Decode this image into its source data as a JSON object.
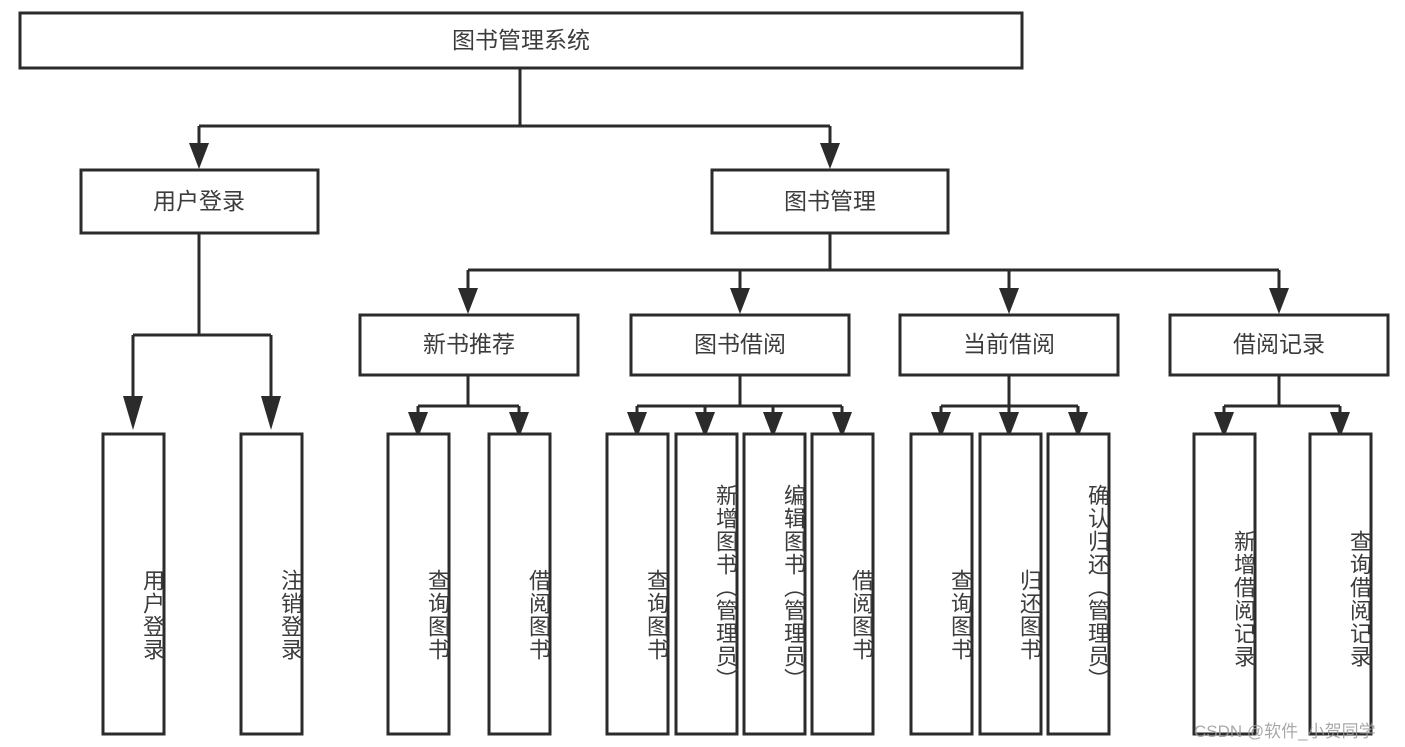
{
  "diagram": {
    "title": "图书管理系统",
    "watermark": "CSDN @软件_小贺同学",
    "colors": {
      "stroke": "#2b2b2b",
      "fill": "#ffffff",
      "text": "#3c3c3c",
      "watermark": "#9a9a9a"
    },
    "levels": {
      "root": {
        "label": "图书管理系统"
      },
      "level2": [
        {
          "label": "用户登录"
        },
        {
          "label": "图书管理"
        }
      ],
      "level3": [
        {
          "label": "新书推荐"
        },
        {
          "label": "图书借阅"
        },
        {
          "label": "当前借阅"
        },
        {
          "label": "借阅记录"
        }
      ],
      "leaves": {
        "user_login": [
          {
            "label": "用户登录"
          },
          {
            "label": "注销登录"
          }
        ],
        "new_book_recommend": [
          {
            "label": "查询图书"
          },
          {
            "label": "借阅图书"
          }
        ],
        "book_borrow": [
          {
            "label": "查询图书"
          },
          {
            "label": "新增图书（管理员）"
          },
          {
            "label": "编辑图书（管理员）"
          },
          {
            "label": "借阅图书"
          }
        ],
        "current_borrow": [
          {
            "label": "查询图书"
          },
          {
            "label": "归还图书"
          },
          {
            "label": "确认归还（管理员）"
          }
        ],
        "borrow_record": [
          {
            "label": "新增借阅记录"
          },
          {
            "label": "查询借阅记录"
          }
        ]
      }
    }
  }
}
